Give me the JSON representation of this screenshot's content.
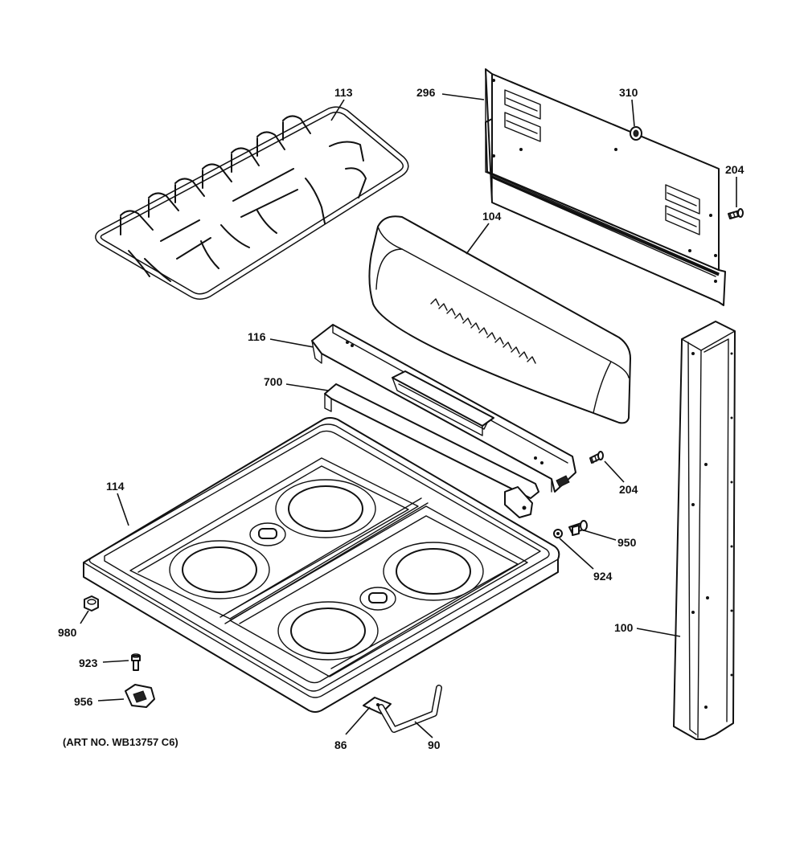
{
  "diagram": {
    "callouts": {
      "c113": "113",
      "c296": "296",
      "c310": "310",
      "c204a": "204",
      "c104": "104",
      "c116": "116",
      "c700": "700",
      "c114": "114",
      "c204b": "204",
      "c950": "950",
      "c924": "924",
      "c100": "100",
      "c980": "980",
      "c923": "923",
      "c956": "956",
      "c86": "86",
      "c90": "90"
    },
    "art_number": "(ART NO. WB13757 C6)"
  }
}
